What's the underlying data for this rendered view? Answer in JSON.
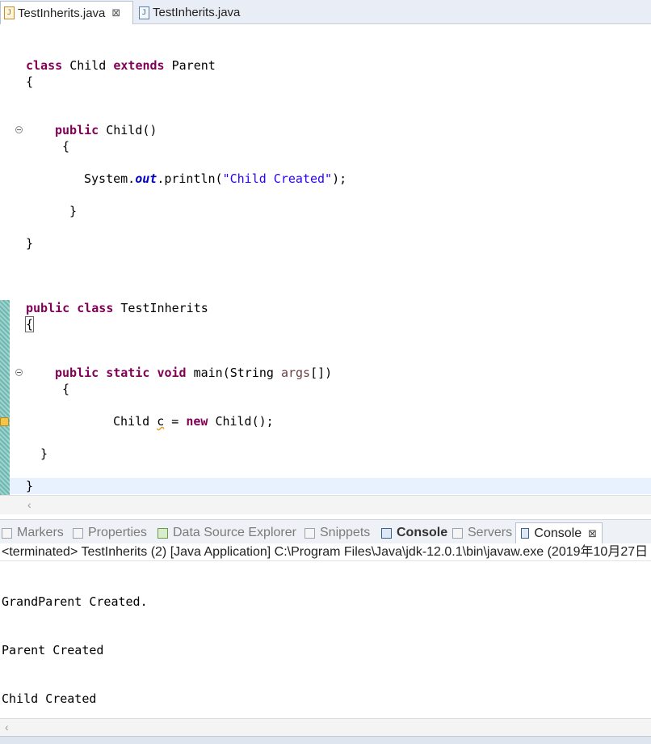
{
  "editor_tabs": [
    {
      "label": "TestInherits.java",
      "close": "⊠"
    },
    {
      "label": "TestInherits.java"
    }
  ],
  "code": {
    "l1_kw1": "class",
    "l1_name": "Child",
    "l1_kw2": "extends",
    "l1_parent": "Parent",
    "l2": "{",
    "l3_kw": "public",
    "l3_rest": "Child()",
    "l4": "{",
    "l5_a": "System.",
    "l5_field": "out",
    "l5_b": ".println(",
    "l5_str": "\"Child Created\"",
    "l5_c": ");",
    "l6": "}",
    "l7": "}",
    "l8_kw1": "public",
    "l8_kw2": "class",
    "l8_name": "TestInherits",
    "l9": "{",
    "l10_kw1": "public",
    "l10_kw2": "static",
    "l10_kw3": "void",
    "l10_a": "main(String",
    "l10_param": "args",
    "l10_b": "[])",
    "l11": "{",
    "l12_type": "Child",
    "l12_var": "c",
    "l12_eq": "=",
    "l12_kw": "new",
    "l12_rest": "Child();",
    "l13": "}",
    "l14": "}"
  },
  "views": {
    "tabs": [
      {
        "label": "Markers",
        "icon": "markers-icon"
      },
      {
        "label": "Properties",
        "icon": "properties-icon"
      },
      {
        "label": "Data Source Explorer",
        "icon": "data-source-icon"
      },
      {
        "label": "Snippets",
        "icon": "snippets-icon"
      },
      {
        "label": "Console",
        "icon": "console-icon"
      },
      {
        "label": "Servers",
        "icon": "servers-icon"
      },
      {
        "label": "Console",
        "icon": "console-icon",
        "close": "⊠"
      }
    ]
  },
  "console": {
    "header": "<terminated> TestInherits (2) [Java Application] C:\\Program Files\\Java\\jdk-12.0.1\\bin\\javaw.exe (2019年10月27日",
    "lines": [
      "GrandParent Created.",
      "Parent Created",
      "Child Created"
    ]
  },
  "colors": {
    "keyword": "#7f0055",
    "string": "#2a00ff",
    "field": "#0000c0",
    "current_line": "#e8f2fe"
  }
}
